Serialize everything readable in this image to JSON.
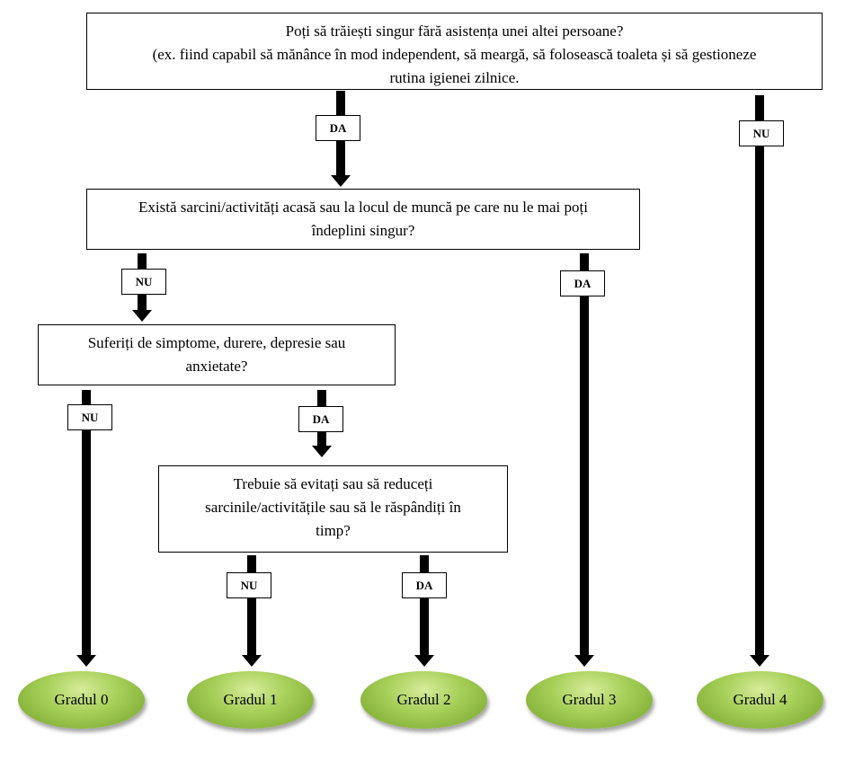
{
  "questions": {
    "q1": {
      "lines": [
        "Poți să trăiești singur fără asistența unei altei persoane?",
        "(ex. fiind capabil să mănânce în mod independent, să meargă, să folosească toaleta și să gestioneze",
        "rutina  igienei zilnice."
      ]
    },
    "q2": {
      "lines": [
        "Există sarcini/activități acasă sau la locul de muncă pe care nu le mai poți",
        "îndeplini singur?"
      ]
    },
    "q3": {
      "lines": [
        "Suferiți de simptome, durere, depresie sau",
        "anxietate?"
      ]
    },
    "q4": {
      "lines": [
        "Trebuie să evitați sau să reduceți",
        "sarcinile/activitățile sau să le răspândiți în",
        "timp?"
      ]
    }
  },
  "answers": {
    "q1_yes": "DA",
    "q1_no": "NU",
    "q2_no": "NU",
    "q2_yes": "DA",
    "q3_no": "NU",
    "q3_yes": "DA",
    "q4_no": "NU",
    "q4_yes": "DA"
  },
  "outcomes": [
    "Gradul 0",
    "Gradul 1",
    "Gradul 2",
    "Gradul 3",
    "Gradul 4"
  ],
  "colors": {
    "oval_fill": "#a6cf58",
    "arrow": "#000000"
  }
}
